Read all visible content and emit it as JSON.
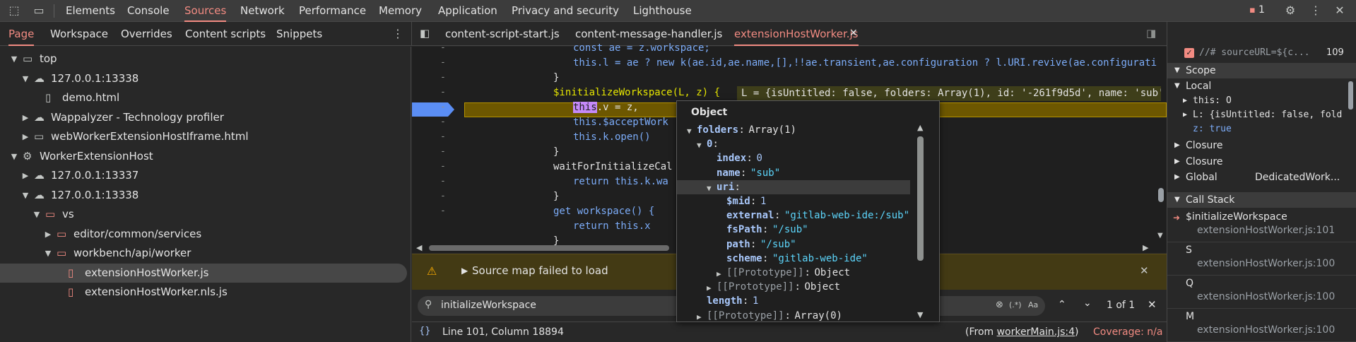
{
  "toolbar": {
    "tabs": [
      "Elements",
      "Console",
      "Sources",
      "Network",
      "Performance",
      "Memory",
      "Application",
      "Privacy and security",
      "Lighthouse"
    ],
    "issues_count": "1"
  },
  "subtabs": [
    "Page",
    "Workspace",
    "Overrides",
    "Content scripts",
    "Snippets"
  ],
  "file_tabs": [
    "content-script-start.js",
    "content-message-handler.js",
    "extensionHostWorker.js"
  ],
  "tree": [
    {
      "label": "top",
      "indent": 0,
      "icon": "frame-icon",
      "open": true
    },
    {
      "label": "127.0.0.1:13338",
      "indent": 1,
      "icon": "cloud-icon",
      "open": true
    },
    {
      "label": "demo.html",
      "indent": 2,
      "icon": "file-icon"
    },
    {
      "label": "Wappalyzer - Technology profiler",
      "indent": 1,
      "icon": "cloud-icon",
      "open": false
    },
    {
      "label": "webWorkerExtensionHostIframe.html",
      "indent": 1,
      "icon": "frame-icon",
      "open": false
    },
    {
      "label": "WorkerExtensionHost",
      "indent": 0,
      "icon": "gears-icon",
      "open": true
    },
    {
      "label": "127.0.0.1:13337",
      "indent": 1,
      "icon": "cloud-icon",
      "open": false
    },
    {
      "label": "127.0.0.1:13338",
      "indent": 1,
      "icon": "cloud-icon",
      "open": true
    },
    {
      "label": "vs",
      "indent": 2,
      "icon": "folder-icon",
      "open": true
    },
    {
      "label": "editor/common/services",
      "indent": 3,
      "icon": "folder-icon",
      "open": false
    },
    {
      "label": "workbench/api/worker",
      "indent": 3,
      "icon": "folder-icon",
      "open": true
    },
    {
      "label": "extensionHostWorker.js",
      "indent": 4,
      "icon": "js-file-icon",
      "selected": true
    },
    {
      "label": "extensionHostWorker.nls.js",
      "indent": 4,
      "icon": "js-file-icon"
    }
  ],
  "code": {
    "l0": "const ae = z.workspace;",
    "l1": "this.l = ae ? new k(ae.id,ae.name,[],!!ae.transient,ae.configuration ? l.URI.revive(ae.configurati",
    "l2": "}",
    "l3": "$initializeWorkspace(L, z) {",
    "l4": "this.v = z,",
    "l5": "this.$acceptWork",
    "l6": "this.k.open()",
    "l7": "}",
    "l8": "waitForInitializeCal",
    "l9": "return this.k.wa",
    "l10": "}",
    "l11": "get workspace() {",
    "l12": "return this.x",
    "l13": "}",
    "inline": "L = {isUntitled: false, folders: Array(1), id: '-261f9d5d', name: 'sub'"
  },
  "gutter_dash": "-",
  "popup": {
    "title": "Object",
    "lines": [
      {
        "k": "folders",
        "v": "Array(1)",
        "d": 0,
        "a": "down"
      },
      {
        "k": "0",
        "v": "",
        "d": 1,
        "a": "down"
      },
      {
        "k": "index",
        "v": "0",
        "d": 2
      },
      {
        "k": "name",
        "v": "\"sub\"",
        "d": 2,
        "s": true
      },
      {
        "k": "uri",
        "v": "",
        "d": 2,
        "a": "down",
        "hl": true
      },
      {
        "k": "$mid",
        "v": "1",
        "d": 3
      },
      {
        "k": "external",
        "v": "\"gitlab-web-ide:/sub\"",
        "d": 3,
        "s": true
      },
      {
        "k": "fsPath",
        "v": "\"/sub\"",
        "d": 3,
        "s": true
      },
      {
        "k": "path",
        "v": "\"/sub\"",
        "d": 3,
        "s": true
      },
      {
        "k": "scheme",
        "v": "\"gitlab-web-ide\"",
        "d": 3,
        "s": true
      },
      {
        "k": "[[Prototype]]",
        "v": "Object",
        "d": 3,
        "a": "right",
        "p": true
      },
      {
        "k": "[[Prototype]]",
        "v": "Object",
        "d": 2,
        "a": "right",
        "p": true
      },
      {
        "k": "length",
        "v": "1",
        "d": 1
      },
      {
        "k": "[[Prototype]]",
        "v": "Array(0)",
        "d": 1,
        "a": "right",
        "p": true
      }
    ]
  },
  "warning": "Source map failed to load",
  "search": {
    "value": "initializeWorkspace",
    "regex": "(.*)",
    "case": "Aa",
    "count": "1 of 1"
  },
  "status": {
    "position": "Line 101, Column 18894",
    "from_prefix": "(From ",
    "from_link": "workerMain.js:4",
    "from_suffix": ")",
    "coverage": "Coverage: n/a"
  },
  "right": {
    "watch": "//# sourceURL=${c...",
    "watch_num": "109",
    "scope": "Scope",
    "local": "Local",
    "this_row": "this: O",
    "L_row": "L: {isUntitled: false, fold",
    "z_row": "z: true",
    "closure1": "Closure",
    "closure2": "Closure",
    "global": "Global",
    "global_val": "DedicatedWork...",
    "callstack": "Call Stack",
    "frames": [
      {
        "name": "$initializeWorkspace",
        "loc": "extensionHostWorker.js:101",
        "active": true
      },
      {
        "name": "S",
        "loc": "extensionHostWorker.js:100"
      },
      {
        "name": "Q",
        "loc": "extensionHostWorker.js:100"
      },
      {
        "name": "M",
        "loc": "extensionHostWorker.js:100"
      }
    ]
  },
  "colors": {
    "accent": "#f28b82",
    "bg": "#282828",
    "exec": "#6d5700",
    "breakpoint": "#5b8ef4",
    "warning_bg": "#433a14"
  }
}
